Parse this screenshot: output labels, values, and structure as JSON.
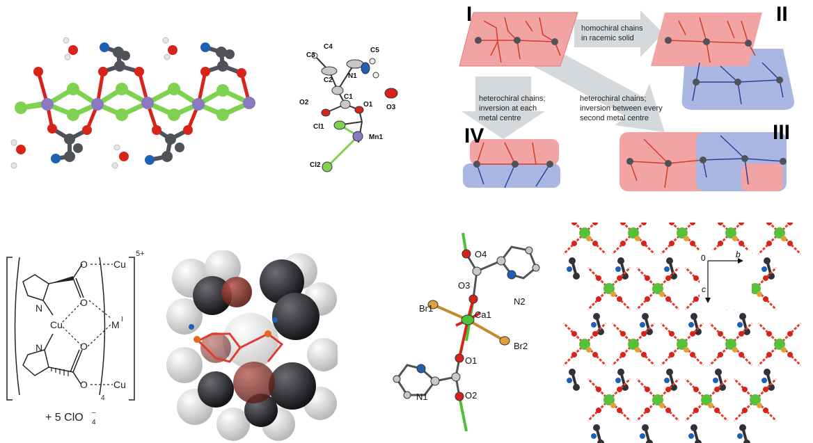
{
  "panel_mn_chain": {
    "atoms": {
      "metal": "#8a78c0",
      "chloride": "#7ed24f",
      "oxygen": "#d8231a",
      "nitrogen": "#1f5fb4",
      "carbon": "#50525a",
      "hydrogen": "#e6e6e6"
    }
  },
  "panel_mn_unit": {
    "labels": {
      "C3": "C3",
      "C4": "C4",
      "C5": "C5",
      "C2": "C2",
      "N1": "N1",
      "C1": "C1",
      "O2": "O2",
      "O1": "O1",
      "O3": "O3",
      "Cl1": "Cl1",
      "Mn1": "Mn1",
      "Cl2": "Cl2"
    }
  },
  "panel_chirality": {
    "roman": {
      "i": "I",
      "ii": "II",
      "iii": "III",
      "iv": "IV"
    },
    "arrow_labels": {
      "homochiral_1": "homochiral chains",
      "homochiral_2": "in racemic solid",
      "hetero_each_1": "heterochiral chains;",
      "hetero_each_2": "inversion at each",
      "hetero_each_3": "metal centre",
      "hetero_second_1": "heterochiral chains;",
      "hetero_second_2": "inversion between every",
      "hetero_second_3": "second metal centre"
    },
    "colors": {
      "red_fill": "#f2a3a3",
      "red_line": "#d23a2a",
      "blue_fill": "#aab7e2",
      "blue_line": "#2d3f9c",
      "arrow": "#d6d9dc"
    }
  },
  "panel_cu_scheme": {
    "charge": "5+",
    "subscript": "4",
    "counterion": "+ 5 ClO",
    "counterion_sub": "4",
    "counterion_sup": "–",
    "labels": {
      "o_top": "O",
      "cu_top": "Cu",
      "n_top": "N",
      "o_mid": "O",
      "m": "M",
      "m_sup": "I",
      "cu_center": "Cu",
      "n_bottom": "N",
      "o_low": "O",
      "o_bottom": "O",
      "cu_bottom": "Cu"
    }
  },
  "panel_ca_unit": {
    "labels": {
      "O4": "O4",
      "O3": "O3",
      "N2": "N2",
      "Br1": "Br1",
      "Ca1": "Ca1",
      "Br2": "Br2",
      "O1": "O1",
      "N1": "N1",
      "O2": "O2"
    }
  },
  "panel_ca_packing": {
    "axes": {
      "origin": "0",
      "b": "b",
      "c": "c"
    }
  }
}
